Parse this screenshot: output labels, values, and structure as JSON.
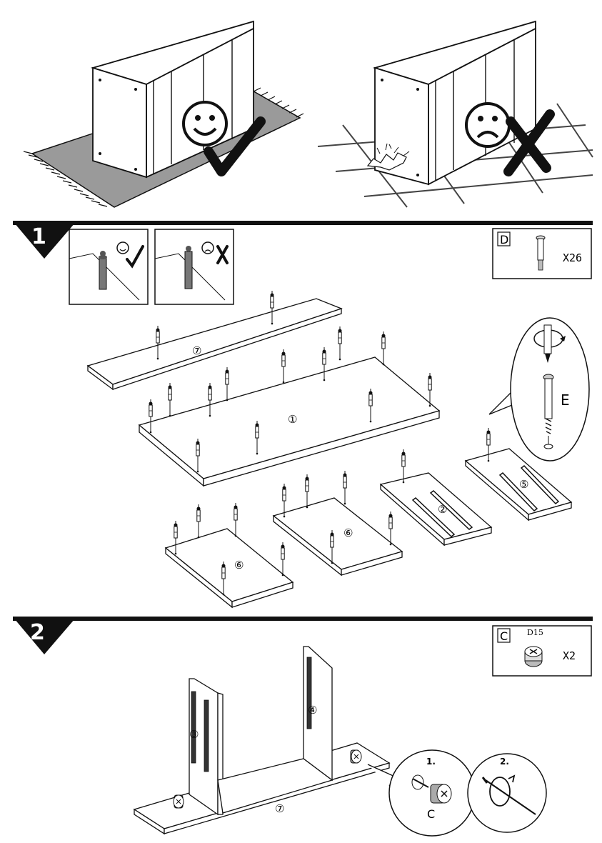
{
  "intro": {
    "good_icon": "smiley-face-icon",
    "bad_icon": "frowning-face-icon",
    "good_mark": "check-mark-icon",
    "bad_mark": "cross-mark-icon"
  },
  "step1": {
    "number": "1",
    "hardware": {
      "letter": "D",
      "quantity": "X26"
    },
    "parts": [
      "⑦",
      "①",
      "⑥",
      "⑥",
      "②",
      "⑤"
    ],
    "detail_label": "E"
  },
  "step2": {
    "number": "2",
    "hardware": {
      "letter": "C",
      "size": "D15",
      "quantity": "X2"
    },
    "parts": [
      "③",
      "④",
      "⑦"
    ],
    "detail": {
      "sub1": "1.",
      "sub2": "2.",
      "cam_label": "C"
    }
  },
  "colors": {
    "ink": "#111111",
    "rug": "#9a9a9a",
    "panel": "#ffffff"
  }
}
